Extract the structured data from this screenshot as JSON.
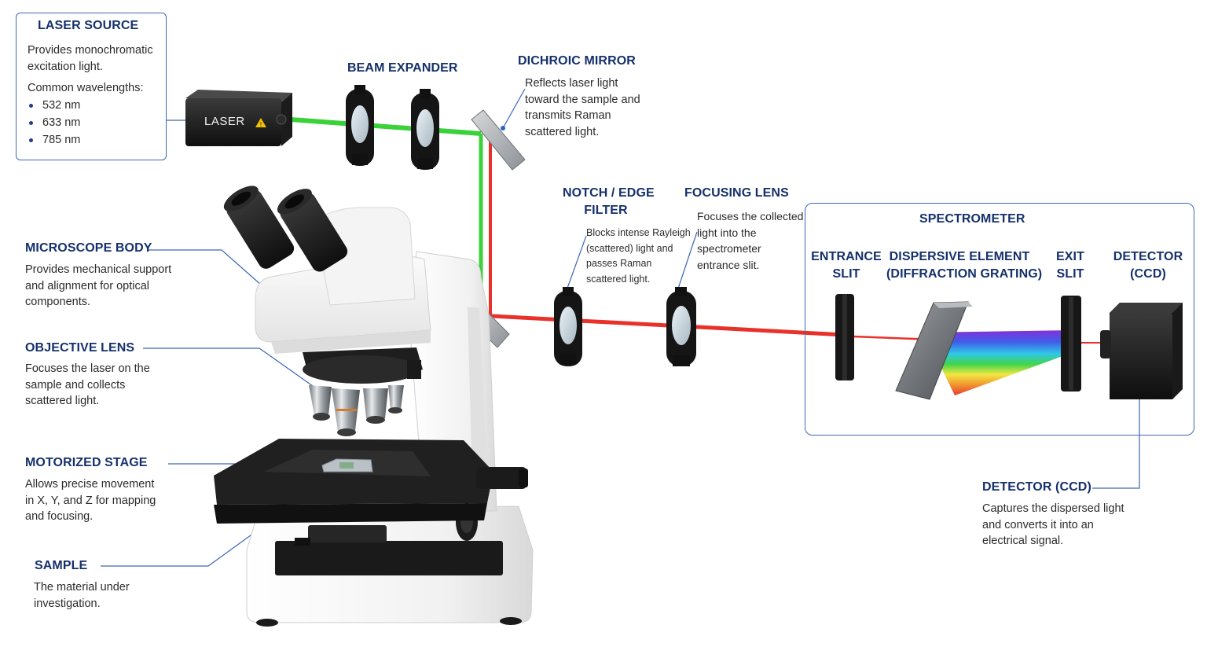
{
  "laser_source": {
    "title": "LASER SOURCE",
    "desc_lines": [
      "Provides monochromatic",
      "excitation light."
    ],
    "wavelength_heading": "Common wavelengths:",
    "wavelengths": [
      "532 nm",
      "633 nm",
      "785 nm"
    ],
    "device_label": "LASER"
  },
  "beam_expander": {
    "title": "BEAM EXPANDER"
  },
  "dichroic_mirror": {
    "title": "DICHROIC MIRROR",
    "desc_lines": [
      "Reflects laser light",
      "toward the sample and",
      "transmits Raman",
      "scattered light."
    ]
  },
  "notch_filter": {
    "title_lines": [
      "NOTCH / EDGE",
      "FILTER"
    ],
    "desc_lines": [
      "Blocks intense Rayleigh",
      "(scattered) light and",
      "passes Raman",
      "scattered light."
    ]
  },
  "focusing_lens": {
    "title": "FOCUSING LENS",
    "desc_lines": [
      "Focuses the collected",
      "light into the",
      "spectrometer",
      "entrance slit."
    ]
  },
  "spectrometer": {
    "title": "SPECTROMETER",
    "entrance_slit": [
      "ENTRANCE",
      "SLIT"
    ],
    "dispersive_element": [
      "DISPERSIVE ELEMENT",
      "(DIFFRACTION GRATING)"
    ],
    "exit_slit": [
      "EXIT",
      "SLIT"
    ],
    "detector": [
      "DETECTOR",
      "(CCD)"
    ]
  },
  "microscope_body": {
    "title": "MICROSCOPE BODY",
    "desc_lines": [
      "Provides mechanical support",
      "and alignment for optical",
      "components."
    ]
  },
  "objective_lens": {
    "title": "OBJECTIVE LENS",
    "desc_lines": [
      "Focuses the laser on the",
      "sample and collects",
      "scattered light."
    ]
  },
  "motorized_stage": {
    "title": "MOTORIZED STAGE",
    "desc_lines": [
      "Allows precise movement",
      "in X, Y, and Z for mapping",
      "and focusing."
    ]
  },
  "sample": {
    "title": "SAMPLE",
    "desc_lines": [
      "The material under",
      "investigation."
    ]
  },
  "detector_ccd": {
    "title": "DETECTOR (CCD)",
    "desc_lines": [
      "Captures the dispersed light",
      "and converts it into an",
      "electrical signal."
    ]
  },
  "colors": {
    "title_navy": "#15306b",
    "box_border": "#3d68b5",
    "laser_green": "#3ad13a",
    "raman_red": "#e8312a"
  }
}
